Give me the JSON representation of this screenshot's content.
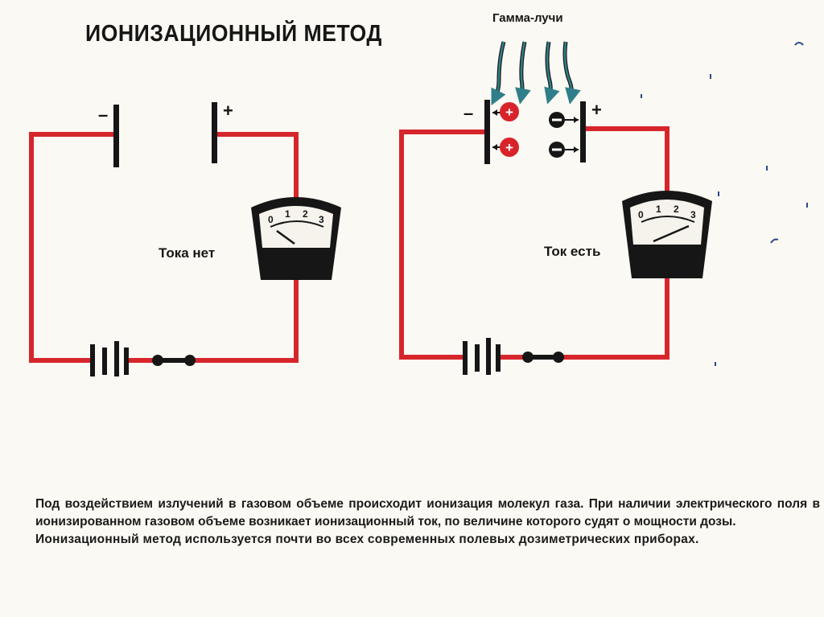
{
  "title": "ИОНИЗАЦИОННЫЙ МЕТОД",
  "gamma_label": "Гамма-лучи",
  "left_circuit": {
    "status": "Тока нет",
    "minus": "–",
    "plus": "+",
    "meter_scale": [
      "0",
      "1",
      "2",
      "3"
    ]
  },
  "right_circuit": {
    "status": "Ток есть",
    "minus": "–",
    "plus": "+",
    "meter_scale": [
      "0",
      "1",
      "2",
      "3"
    ]
  },
  "caption": {
    "paragraph1": "Под воздействием излучений в газовом объеме происходит ионизация молекул газа. При наличии электрического поля в ионизированном газовом объеме возникает ионизационный ток, по величине которого судят о мощности дозы.",
    "paragraph2": "Ионизационный метод используется почти во всех современных полевых дозиметрических приборах."
  },
  "colors": {
    "wire": "#d6262c",
    "ink": "#1a1a1a",
    "ion_positive": "#d9232a",
    "arrow": "#2f7f8a"
  }
}
